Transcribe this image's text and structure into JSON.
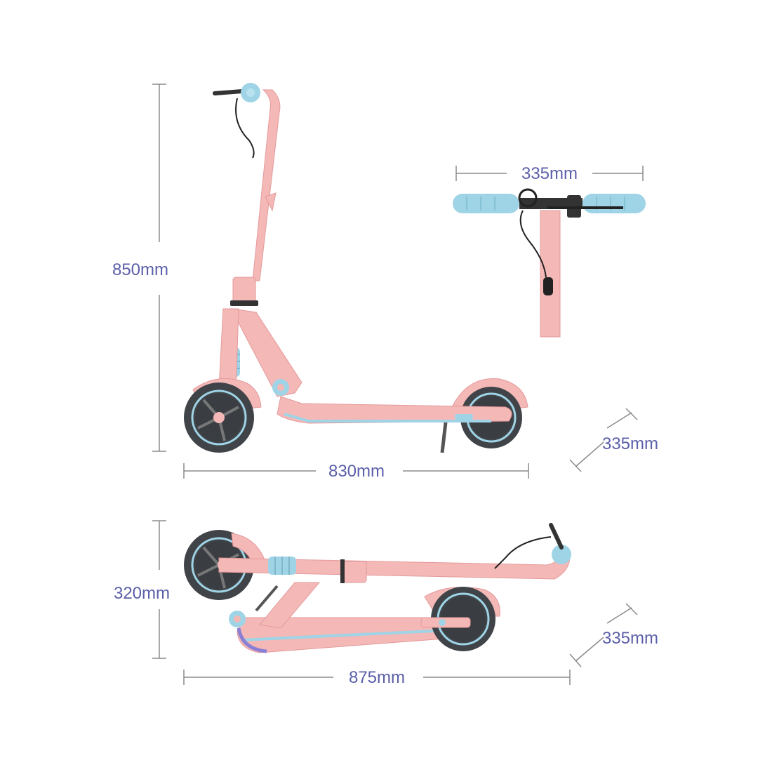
{
  "dimensions": {
    "unfolded_height": "850mm",
    "unfolded_length": "830mm",
    "unfolded_width": "335mm",
    "handlebar_width": "335mm",
    "folded_height": "320mm",
    "folded_length": "875mm",
    "folded_width": "335mm"
  },
  "colors": {
    "frame": "#f4b8b7",
    "frame_shadow": "#e49a9b",
    "accent": "#9fd4e6",
    "tire": "#404448",
    "label": "#5b5fa8",
    "dim_line": "#8b8b8b"
  }
}
